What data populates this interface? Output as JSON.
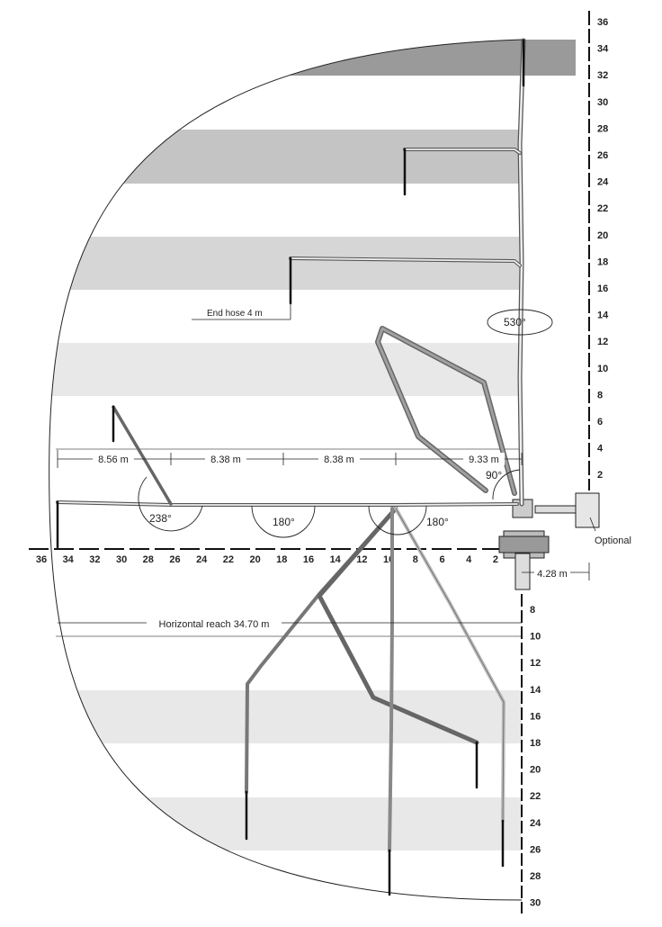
{
  "colors": {
    "band_dark": "#9a9a9a",
    "band_mid": "#c4c4c4",
    "band_light": "#e6e6e6",
    "boom_dark": "#7a7a7a",
    "boom_mid": "#9f9f9f",
    "boom_light": "#dcdcdc",
    "line": "#222222"
  },
  "axis": {
    "vertical_upper": [
      "36",
      "34",
      "32",
      "30",
      "28",
      "26",
      "24",
      "22",
      "20",
      "18",
      "16",
      "14",
      "12",
      "10",
      "8",
      "6",
      "4",
      "2"
    ],
    "horizontal": [
      "36",
      "34",
      "32",
      "30",
      "28",
      "26",
      "24",
      "22",
      "20",
      "18",
      "16",
      "14",
      "12",
      "10",
      "8",
      "6",
      "4",
      "2"
    ],
    "vertical_lower": [
      "8",
      "10",
      "12",
      "14",
      "16",
      "18",
      "20",
      "22",
      "24",
      "26",
      "28",
      "30"
    ]
  },
  "labels": {
    "end_hose": "End hose  4 m",
    "optional": "Optional",
    "horizontal_reach": "Horizontal reach 34.70 m",
    "offset": "4.28 m",
    "seg1": "8.56 m",
    "seg2": "8.38 m",
    "seg3": "8.38 m",
    "seg4": "9.33 m"
  },
  "angles": {
    "slew": "530°",
    "a90": "90°",
    "a238": "238°",
    "a180_left": "180°",
    "a180_right": "180°"
  }
}
